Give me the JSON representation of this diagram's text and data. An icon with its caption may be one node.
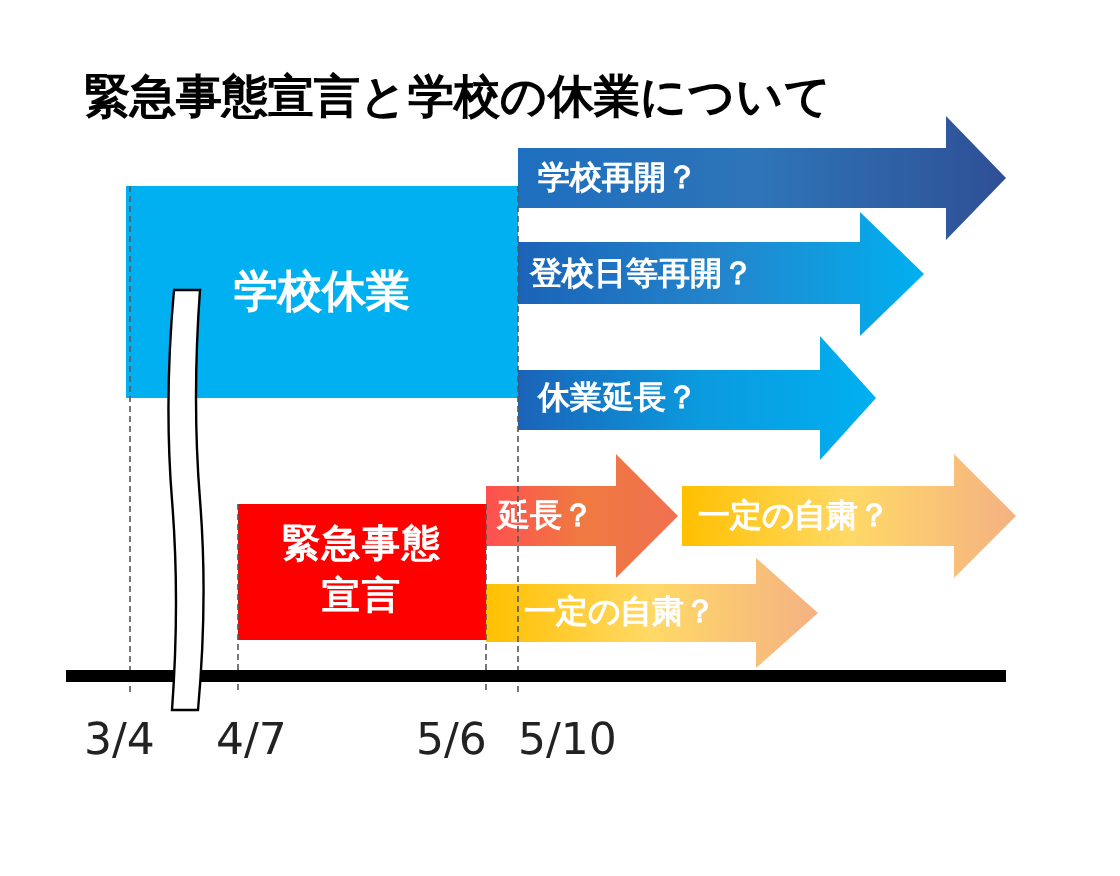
{
  "diagram": {
    "title": "緊急事態宣言と学校の休業について",
    "nodes": [
      {
        "text": [
          "学校休業"
        ]
      },
      {
        "text": [
          "学校再開？"
        ]
      },
      {
        "text": [
          "登校日等再開？"
        ]
      },
      {
        "text": [
          "休業延長？"
        ]
      },
      {
        "text": [
          "緊急事態宣言"
        ]
      },
      {
        "text": [
          "延長？"
        ]
      },
      {
        "text": [
          "一定の自粛？"
        ]
      },
      {
        "text": [
          "一定の自粛？"
        ]
      }
    ],
    "edges": [],
    "labels": [
      "3/4",
      "4/7",
      "5/6",
      "5/10"
    ]
  }
}
